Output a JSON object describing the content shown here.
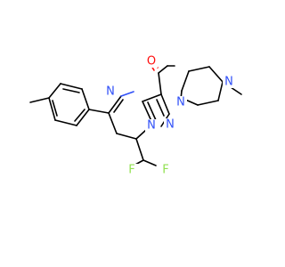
{
  "molecule": {
    "atoms": {
      "n_pyrimidine": {
        "symbol": "N",
        "color": "#3050f8"
      },
      "n_bridge": {
        "symbol": "N",
        "color": "#3050f8"
      },
      "n_pyrazole": {
        "symbol": "N",
        "color": "#3050f8"
      },
      "n_piperazine_amide": {
        "symbol": "N",
        "color": "#3050f8"
      },
      "n_piperazine_methyl": {
        "symbol": "N",
        "color": "#3050f8"
      },
      "o_carbonyl": {
        "symbol": "O",
        "color": "#ff0d0d"
      },
      "f_left": {
        "symbol": "F",
        "color": "#90e050"
      },
      "f_right": {
        "symbol": "F",
        "color": "#90e050"
      }
    }
  }
}
